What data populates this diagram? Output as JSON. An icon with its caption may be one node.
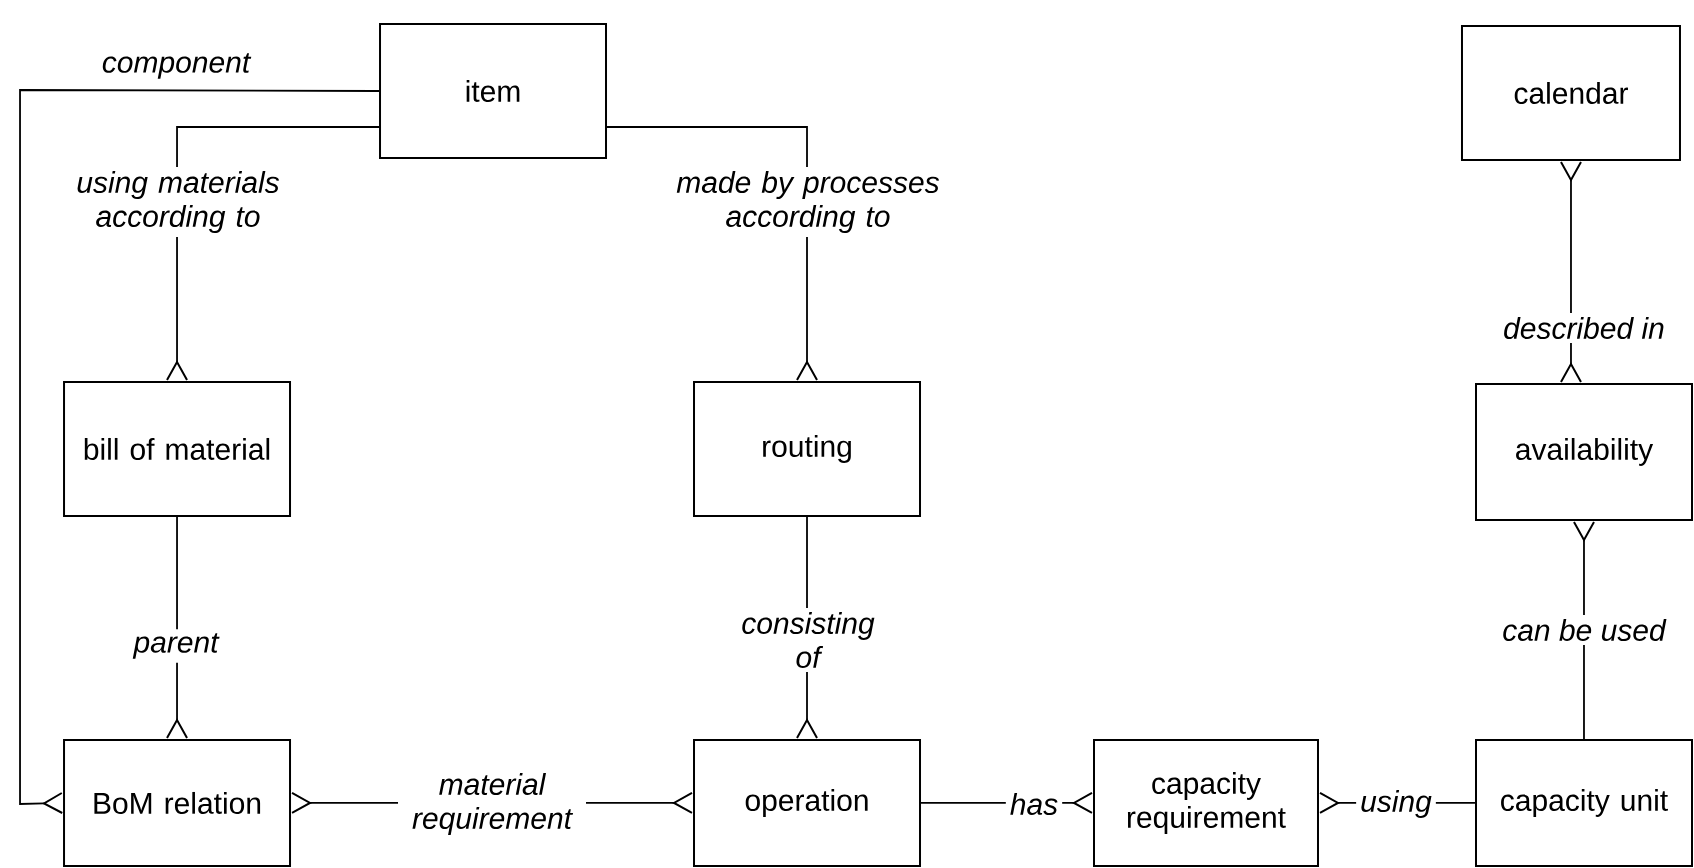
{
  "diagram": {
    "nodes": [
      {
        "text": [
          "item"
        ]
      },
      {
        "text": [
          "bill of material"
        ]
      },
      {
        "text": [
          "routing"
        ]
      },
      {
        "text": [
          "calendar"
        ]
      },
      {
        "text": [
          "availability"
        ]
      },
      {
        "text": [
          "BoM relation"
        ]
      },
      {
        "text": [
          "operation"
        ]
      },
      {
        "text": [
          "capacity requirement"
        ]
      },
      {
        "text": [
          "capacity unit"
        ]
      }
    ],
    "edges": [
      {
        "from": 0,
        "to": 5,
        "arrow": "other",
        "label": "component"
      },
      {
        "from": 0,
        "to": 1,
        "arrow": "other",
        "label": "using materials according to"
      },
      {
        "from": 0,
        "to": 2,
        "arrow": "other",
        "label": "made by processes according to"
      },
      {
        "from": 1,
        "to": 5,
        "arrow": "other",
        "label": "parent"
      },
      {
        "from": 2,
        "to": 6,
        "arrow": "other",
        "label": "consisting of"
      },
      {
        "from": 5,
        "to": 6,
        "arrow": "other",
        "label": "material requirement"
      },
      {
        "from": 6,
        "to": 7,
        "arrow": "other",
        "label": "has"
      },
      {
        "from": 8,
        "to": 7,
        "arrow": "other",
        "label": "using"
      },
      {
        "from": 3,
        "to": 4,
        "arrow": "other",
        "label": "described in"
      },
      {
        "from": 8,
        "to": 4,
        "arrow": "other",
        "label": "can be used"
      }
    ]
  }
}
